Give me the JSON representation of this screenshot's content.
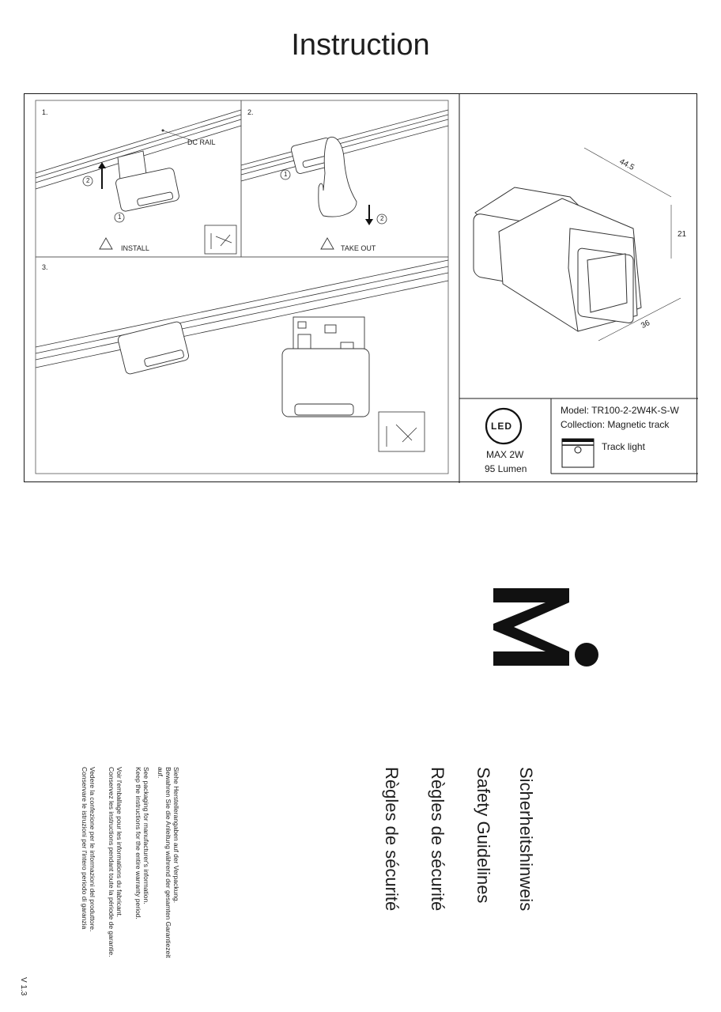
{
  "page": {
    "title": "Instruction"
  },
  "steps": [
    {
      "number": "1.",
      "label": "INSTALL"
    },
    {
      "number": "2.",
      "label": "TAKE OUT"
    },
    {
      "number": "3.",
      "label": ""
    }
  ],
  "callouts": {
    "dc_rail": "DC RAIL",
    "circle_1": "1",
    "circle_2": "2"
  },
  "dimensions": {
    "length": "44.5",
    "height": "21",
    "width": "36"
  },
  "specs": {
    "led_badge": "LED",
    "power": "MAX 2W",
    "lumen": "95 Lumen",
    "model": "Model: TR100-2-2W4K-S-W",
    "collection": "Collection: Magnetic track",
    "type": "Track light"
  },
  "safety": {
    "headings": [
      "Sicherheitshinweis",
      "Safety Guidelines",
      "Règles de sécurité",
      "Règles de sécurité"
    ],
    "de_1": "Siehe Herstellerangaben auf der Verpackung.",
    "de_2": "Bewahren Sie die Anleitung während der gesamten Garantiezeit",
    "de_3": "auf.",
    "en_1": "See packaging for manufacturer's information.",
    "en_2": "Keep the instructions for the entire warranty period.",
    "fr_1": "Voir l'emballage pour les informations du fabricant.",
    "fr_2": "Conservez les instructions pendant toute la période de garantie.",
    "it_1": "Vedere la confezione per le informazioni del produttore.",
    "it_2": "Conservare le istruzioni per l'intero periodo di garanzia"
  },
  "version": "V 1.3",
  "colors": {
    "ink": "#1a1a1a",
    "line": "#333333"
  }
}
